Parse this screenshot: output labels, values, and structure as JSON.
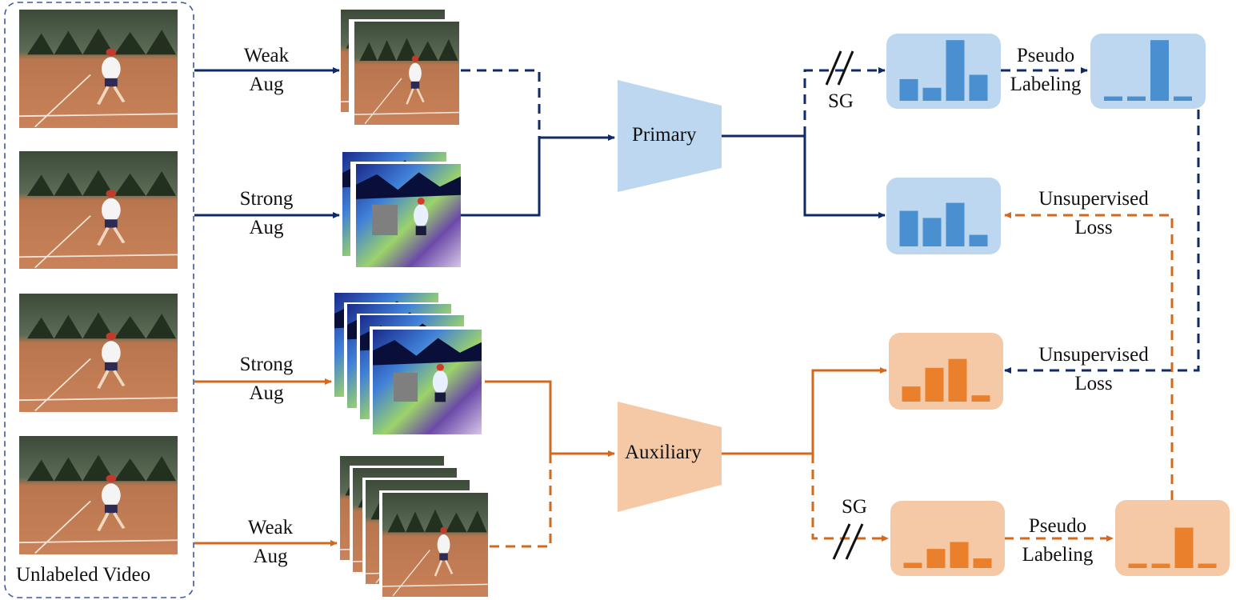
{
  "video_caption": "Unlabeled Video",
  "primary_model": "Primary",
  "auxiliary_model": "Auxiliary",
  "branches": {
    "primary_weak": [
      "Weak",
      "Aug"
    ],
    "primary_strong": [
      "Strong",
      "Aug"
    ],
    "auxiliary_strong": [
      "Strong",
      "Aug"
    ],
    "auxiliary_weak": [
      "Weak",
      "Aug"
    ]
  },
  "stop_gradient": "SG",
  "pseudo_labeling": [
    "Pseudo",
    "Labeling"
  ],
  "unsupervised_loss": [
    "Unsupervised",
    "Loss"
  ],
  "colors": {
    "primary": "#0f2a66",
    "auxiliary": "#d2691e",
    "primary_fill": "#bcd7ef",
    "primary_bar": "#4a8fd0",
    "auxiliary_fill": "#f6c9a6",
    "auxiliary_bar": "#ea7f2c"
  },
  "distributions": {
    "primary_weak": [
      2.5,
      1.5,
      7.0,
      3.0
    ],
    "primary_pseudo": [
      0.5,
      0.5,
      7.0,
      0.5
    ],
    "primary_strong": [
      4.0,
      3.2,
      4.9,
      1.3
    ],
    "auxiliary_strong": [
      1.7,
      3.8,
      4.8,
      0.7
    ],
    "auxiliary_weak": [
      0.6,
      2.2,
      3.0,
      1.1
    ],
    "auxiliary_pseudo": [
      0.5,
      0.5,
      4.6,
      0.5
    ]
  }
}
